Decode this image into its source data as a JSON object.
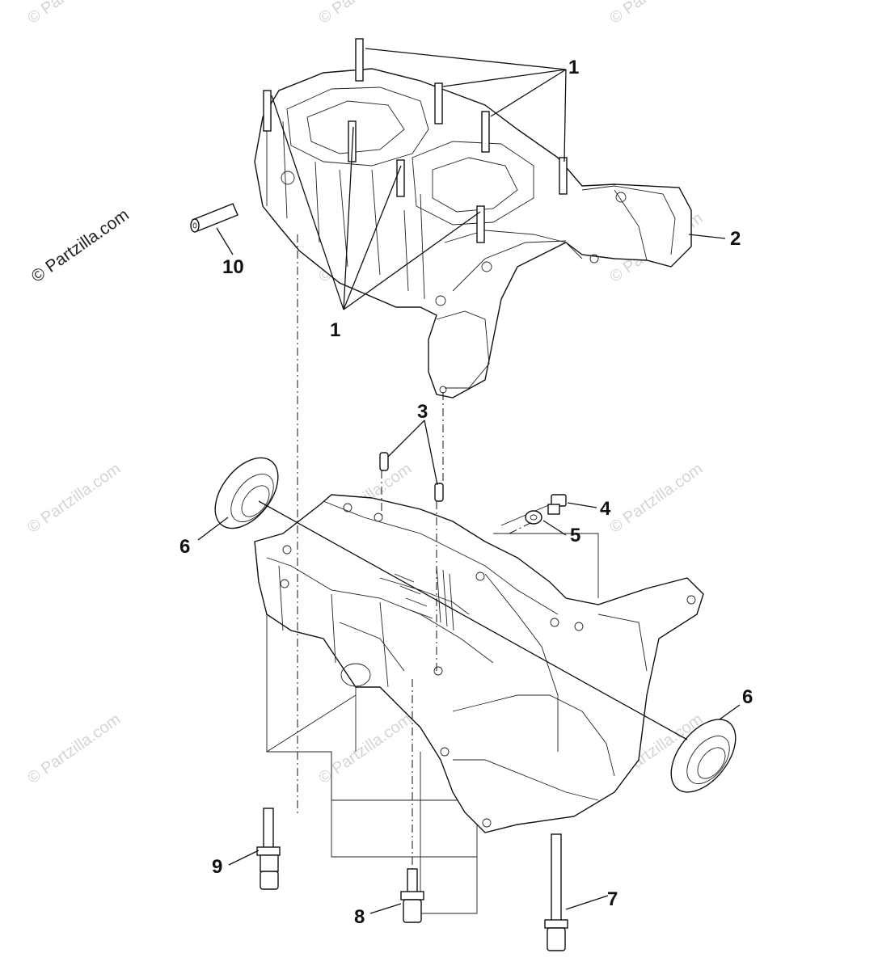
{
  "watermark": {
    "main": "© Partzilla.com",
    "tile": "© Partzilla.com"
  },
  "callouts": {
    "c1a": "1",
    "c1b": "1",
    "c2": "2",
    "c3": "3",
    "c4": "4",
    "c5": "5",
    "c6a": "6",
    "c6b": "6",
    "c7": "7",
    "c8": "8",
    "c9": "9",
    "c10": "10"
  }
}
